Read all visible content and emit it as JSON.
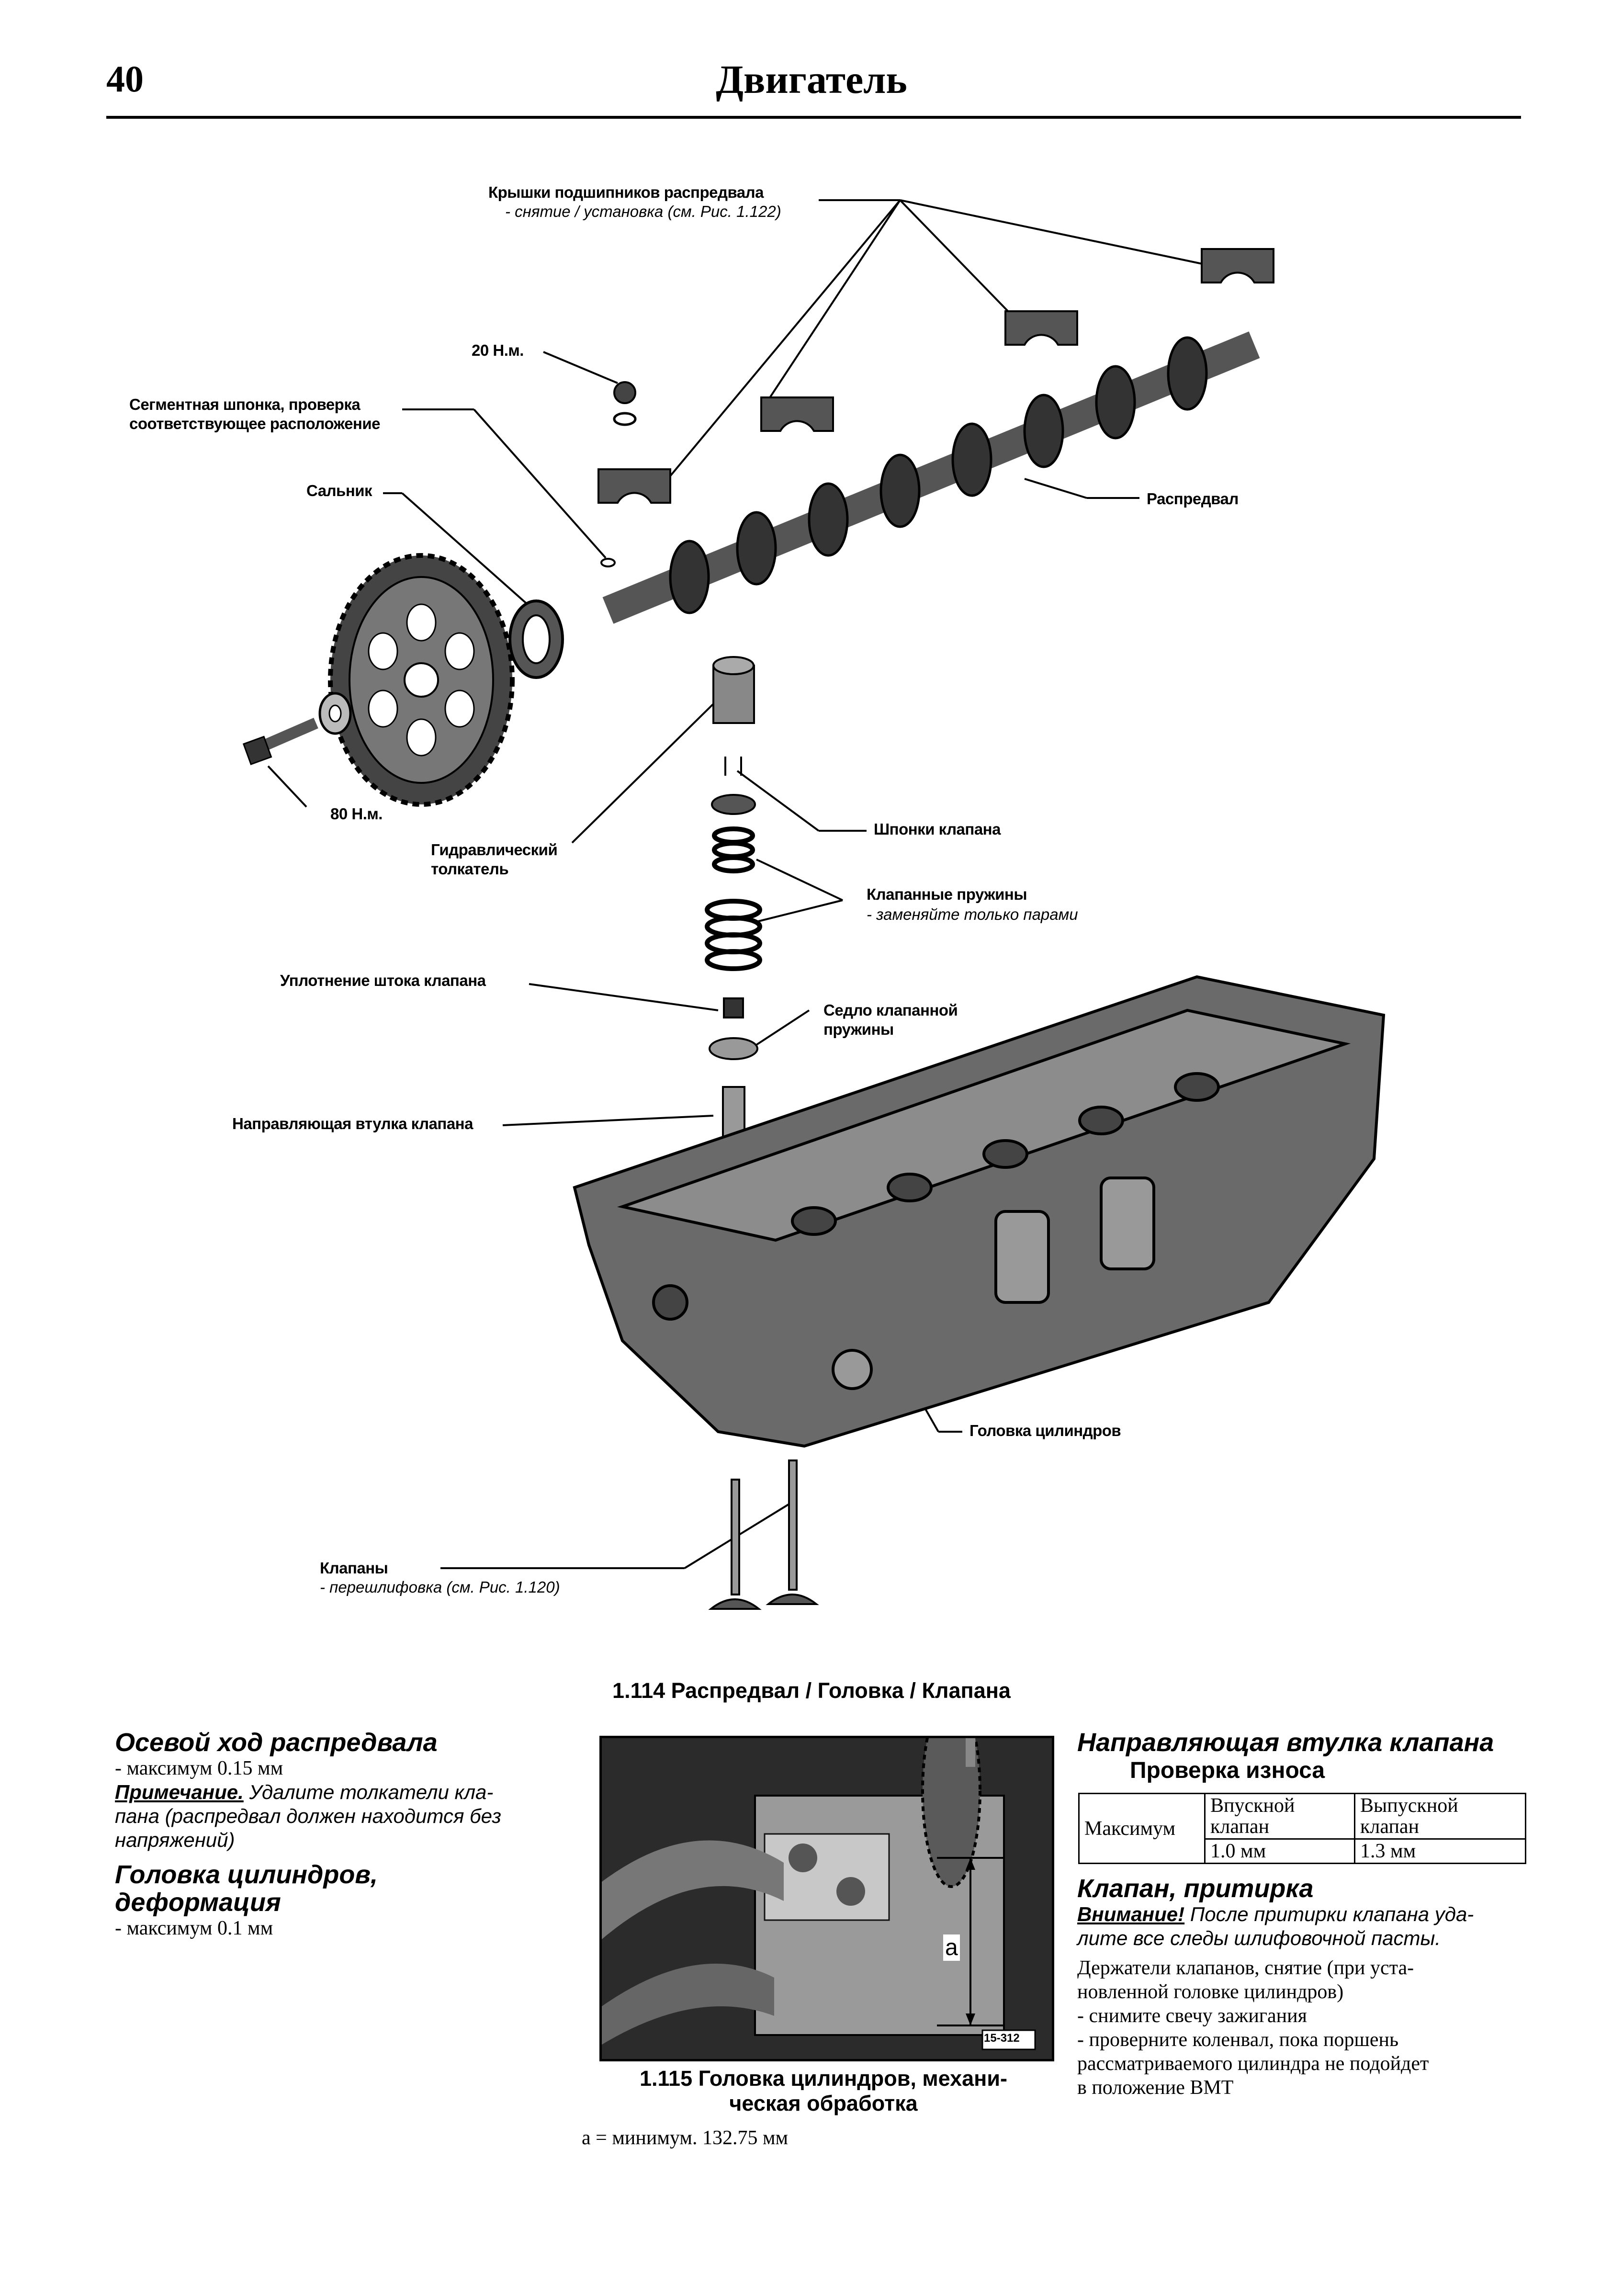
{
  "header": {
    "page_number": "40",
    "title": "Двигатель"
  },
  "figure_114": {
    "labels": {
      "bearing_caps": "Крышки подшипников распредвала",
      "bearing_caps_note": "- снятие / установка (см. Рис. 1.122)",
      "torque_20": "20 Н.м.",
      "woodruff_key_1": "Сегментная шпонка, проверка",
      "woodruff_key_2": "соответствующее расположение",
      "oil_seal": "Сальник",
      "camshaft": "Распредвал",
      "torque_80": "80 Н.м.",
      "hydraulic_lifter_1": "Гидравлический",
      "hydraulic_lifter_2": "толкатель",
      "valve_keys": "Шпонки клапана",
      "valve_springs": "Клапанные пружины",
      "valve_springs_note": "- заменяйте только парами",
      "stem_seal": "Уплотнение штока клапана",
      "spring_seat_1": "Седло клапанной",
      "spring_seat_2": "пружины",
      "valve_guide": "Направляющая втулка клапана",
      "cylinder_head": "Головка цилиндров",
      "valves": "Клапаны",
      "valves_note": "- перешлифовка (см. Рис. 1.120)"
    },
    "caption": "1.114 Распредвал / Головка / Клапана"
  },
  "left_column": {
    "section1_title": "Осевой ход распредвала",
    "section1_line": "- максимум 0.15 мм",
    "section1_note_label": "Примечание.",
    "section1_note_1": " Удалите толкатели кла-",
    "section1_note_2": "пана (распредвал должен находится без",
    "section1_note_3": "напряжений)",
    "section2_title_1": "Головка цилиндров,",
    "section2_title_2": "деформация",
    "section2_line": "- максимум 0.1 мм"
  },
  "figure_115": {
    "photo_dimension_label": "a",
    "photo_code": "15-312",
    "caption_1": "1.115 Головка цилиндров, механи-",
    "caption_2": "ческая обработка",
    "note": "a = минимум. 132.75 мм"
  },
  "right_column": {
    "section1_title": "Направляющая втулка клапана",
    "section1_subtitle": "Проверка износа",
    "table": {
      "row_label": "Максимум",
      "col1_1": "Впускной",
      "col1_2": "клапан",
      "col2_1": "Выпускной",
      "col2_2": "клапан",
      "val1": "1.0 мм",
      "val2": "1.3 мм"
    },
    "section2_title": "Клапан, притирка",
    "warning_label": "Внимание!",
    "warning_1": " После притирки клапана уда-",
    "warning_2": "лите все следы шлифовочной пасты.",
    "para_1": "Держатели клапанов, снятие (при уста-",
    "para_2": "новленной головке цилиндров)",
    "step_1": "- снимите свечу зажигания",
    "step_2_1": "- проверните коленвал, пока поршень",
    "step_2_2": "рассматриваемого цилиндра не подойдет",
    "step_2_3": "в положение ВМТ"
  }
}
